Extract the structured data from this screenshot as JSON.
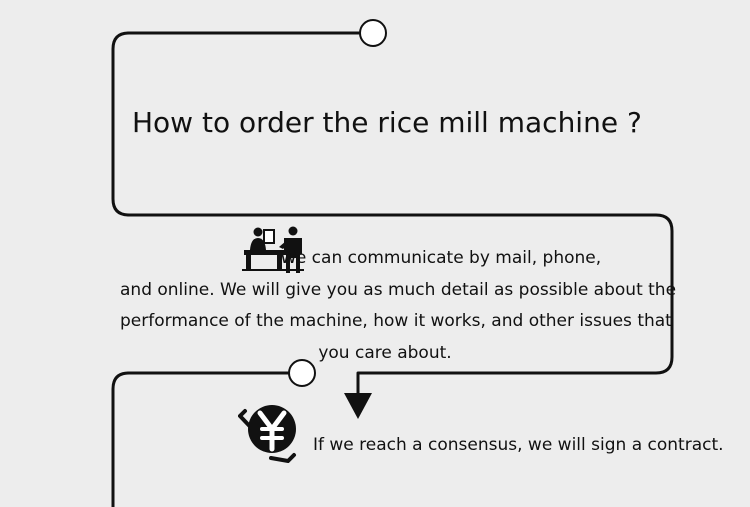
{
  "title": "How to order the rice mill machine ?",
  "description": [
    "We can communicate by mail, phone,",
    "and online. We will give you as much detail as possible about the",
    "performance of the machine, how it works, and other issues that",
    "you care about."
  ],
  "contract": "If we reach a consensus, we will sign a contract.",
  "icons": {
    "communication": "people-at-counter-icon",
    "contract": "yen-contract-icon"
  },
  "colors": {
    "background": "#ededed",
    "line": "#111111",
    "text": "#111111"
  }
}
